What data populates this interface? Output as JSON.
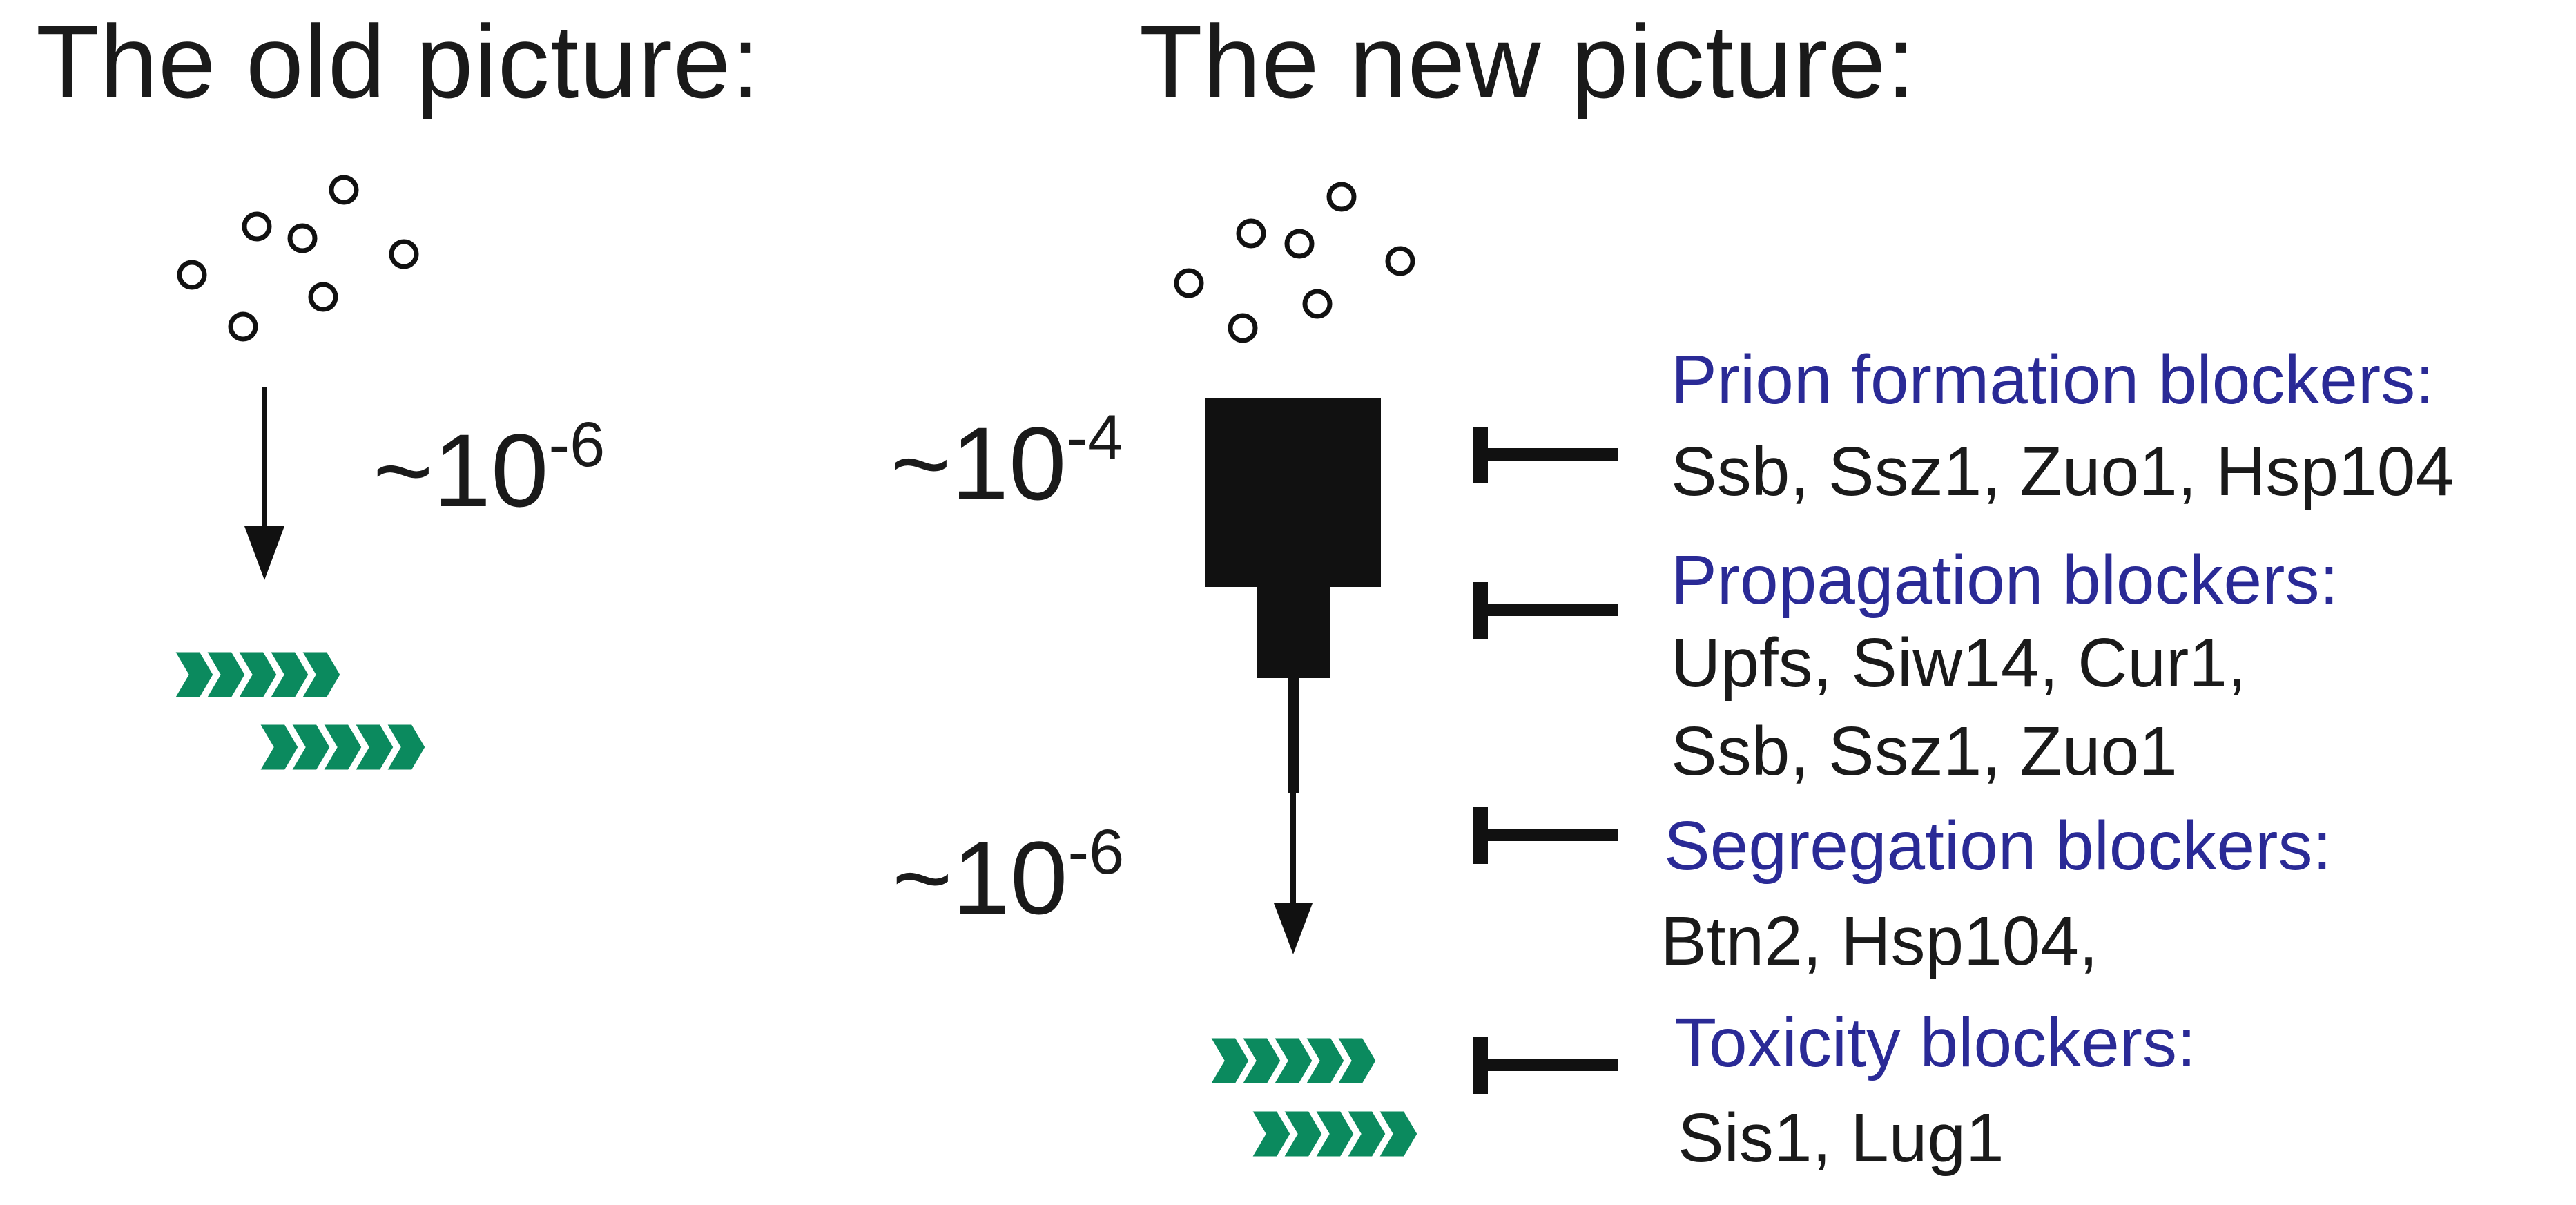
{
  "panels": {
    "old": {
      "title": "The old picture:",
      "rate_base": "~10",
      "rate_exp": "-6"
    },
    "new": {
      "title": "The new picture:",
      "rate_top_base": "~10",
      "rate_top_exp": "-4",
      "rate_bottom_base": "~10",
      "rate_bottom_exp": "-6"
    }
  },
  "blockers": [
    {
      "category": "Prion formation blockers:",
      "genes": [
        "Ssb, Ssz1, Zuo1, Hsp104"
      ]
    },
    {
      "category": "Propagation blockers:",
      "genes": [
        "Upfs, Siw14, Cur1,",
        "Ssb, Ssz1, Zuo1"
      ]
    },
    {
      "category": "Segregation blockers:",
      "genes": [
        "Btn2, Hsp104,"
      ]
    },
    {
      "category": "Toxicity blockers:",
      "genes": [
        "Sis1, Lug1"
      ]
    }
  ],
  "colors": {
    "category_text": "#2a2a96",
    "fibril_green": "#0b8a5e",
    "ink": "#111111"
  }
}
